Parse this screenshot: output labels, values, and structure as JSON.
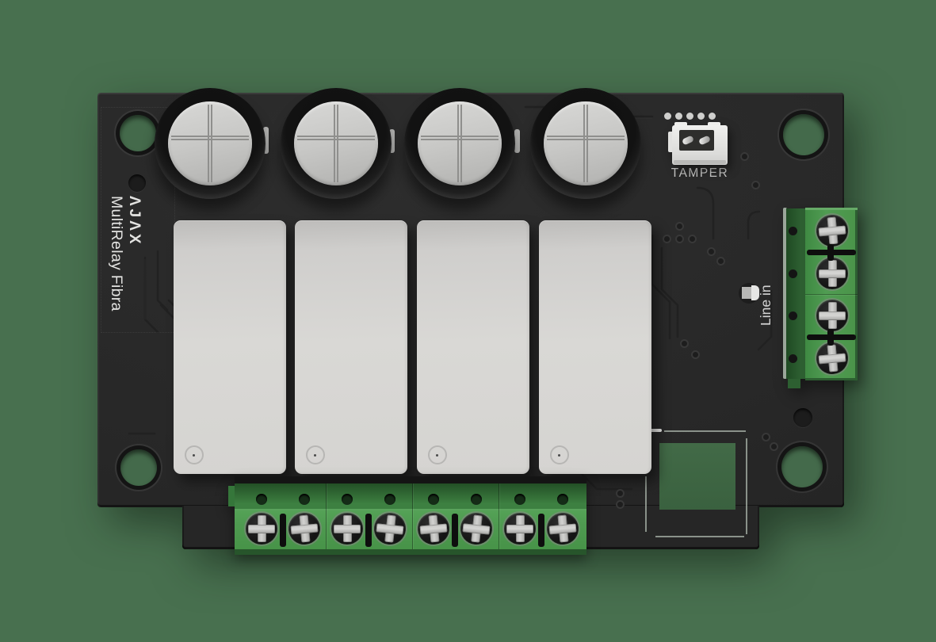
{
  "scene": {
    "background_color": "#48704f"
  },
  "board": {
    "labels": {
      "logo": "ΛJΛX",
      "model": "MultiRelay Fibra",
      "tamper": "TAMPER",
      "line_in": "Line in"
    },
    "colors": {
      "pcb": "#292929",
      "silkscreen_text": "#e0e0de",
      "terminal_green": "#4f9b51",
      "terminal_green_dark": "#2d5f31",
      "relay_body": "#d6d5d2",
      "capacitor_top": "#c9c9c7",
      "connector_white": "#e9e9e7",
      "fibra_pad_green": "#3e6444"
    },
    "counts": {
      "capacitors": 4,
      "relays": 4,
      "output_terminal_screws": 8,
      "line_in_terminal_screws": 4,
      "mounting_holes": 4,
      "tamper_connector_pins": 2,
      "tamper_pad_dots": 5
    }
  }
}
